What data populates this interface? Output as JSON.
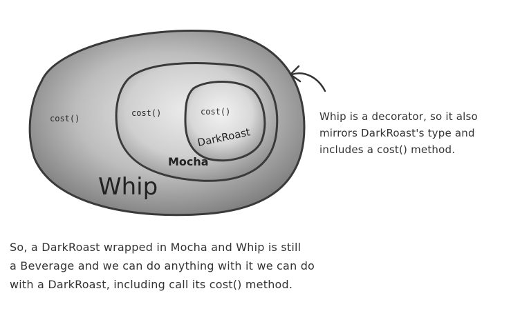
{
  "diagram": {
    "layers": [
      {
        "name": "Whip",
        "method": "cost()"
      },
      {
        "name": "Mocha",
        "method": "cost()"
      },
      {
        "name": "DarkRoast",
        "method": "cost()"
      }
    ]
  },
  "notes": {
    "side": [
      "Whip is a decorator, so it also",
      "mirrors DarkRoast's type and",
      "includes a cost() method."
    ],
    "bottom": [
      "So, a DarkRoast wrapped in Mocha and Whip is still",
      "a Beverage and we can do anything with it we can do",
      "with a DarkRoast, including call its cost() method."
    ]
  },
  "colors": {
    "outer_fill": "#a8a8a8",
    "middle_fill": "#c4c4c4",
    "inner_fill": "#dcdcdc",
    "outline": "#3a3a3a"
  }
}
